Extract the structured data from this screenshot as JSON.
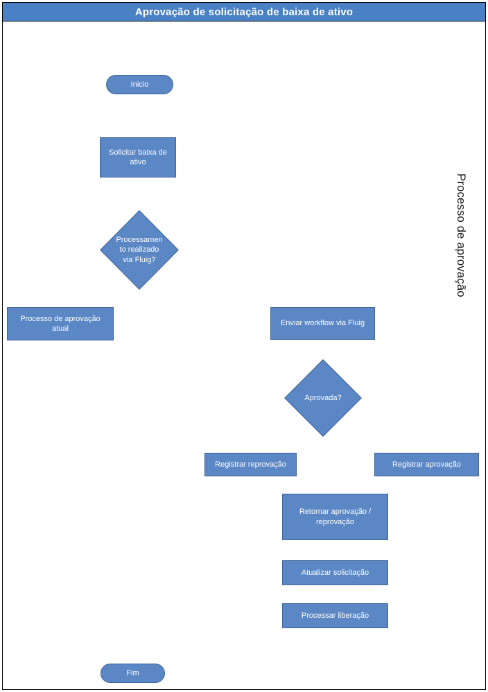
{
  "page": {
    "title": "Aprovação de solicitação de baixa de ativo",
    "lane_label": "Processo de aprovação"
  },
  "colors": {
    "shape_fill": "#5b87c5",
    "shape_border": "#3f6499",
    "title_fill": "#4a80c4",
    "page_border": "#000000",
    "lane_text": "#1a1a1a"
  },
  "nodes": {
    "inicio": {
      "type": "terminator",
      "label": "Inicio"
    },
    "solicitar_baixa": {
      "type": "process",
      "label": "Solicitar baixa de\nativo"
    },
    "processamento_fluig": {
      "type": "decision",
      "label": "Processamen\nto realizado\nvia Fluig?"
    },
    "processo_atual": {
      "type": "process",
      "label": "Processo de aprovação\natual"
    },
    "enviar_workflow": {
      "type": "process",
      "label": "Enviar workflow via Fluig"
    },
    "aprovada": {
      "type": "decision",
      "label": "Aprovada?"
    },
    "registrar_reprovacao": {
      "type": "process",
      "label": "Registrar reprovação"
    },
    "registrar_aprovacao": {
      "type": "process",
      "label": "Registrar aprovação"
    },
    "retornar_aprovacao": {
      "type": "process",
      "label": "Retornar aprovação /\nreprovação"
    },
    "atualizar_solicitacao": {
      "type": "process",
      "label": "Atualizar solicitação"
    },
    "processar_liberacao": {
      "type": "process",
      "label": "Processar liberação"
    },
    "fim": {
      "type": "terminator",
      "label": "Fim"
    }
  }
}
